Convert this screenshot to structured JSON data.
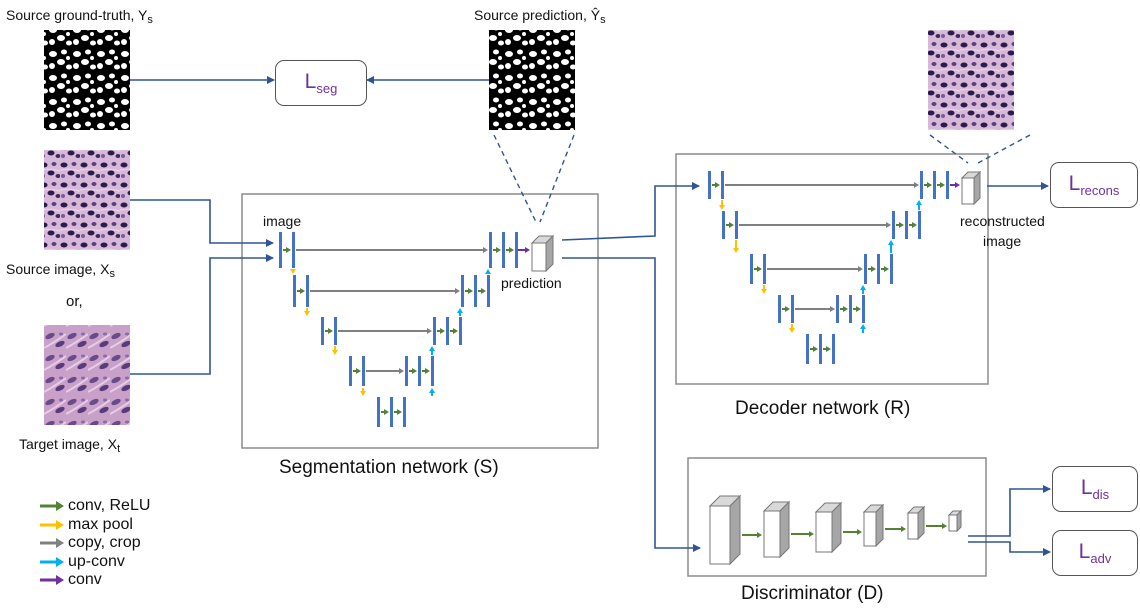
{
  "texts": {
    "src_gt_label": "Source ground-truth, ",
    "src_gt_sym": "Y",
    "src_gt_sub": "s",
    "src_pred_label": "Source prediction, ",
    "src_pred_sym": "Ŷ",
    "src_pred_sub": "s",
    "src_img_label": "Source image, X",
    "src_img_sub": "s",
    "or_label": "or,",
    "tgt_img_label": "Target image, X",
    "tgt_img_sub": "t",
    "image_label": "image",
    "prediction_label": "prediction",
    "reconstructed_label1": "reconstructed",
    "reconstructed_label2": "image",
    "seg_net_title": "Segmentation network (S)",
    "dec_net_title": "Decoder network (R)",
    "disc_title": "Discriminator (D)"
  },
  "losses": {
    "seg_main": "L",
    "seg_sub": "seg",
    "recons_main": "L",
    "recons_sub": "recons",
    "dis_main": "L",
    "dis_sub": "dis",
    "adv_main": "L",
    "adv_sub": "adv"
  },
  "legend": [
    {
      "label": "conv, ReLU",
      "color": "#548235"
    },
    {
      "label": "max pool",
      "color": "#ffc000"
    },
    {
      "label": "copy, crop",
      "color": "#808080"
    },
    {
      "label": "up-conv",
      "color": "#00b0f0"
    },
    {
      "label": "conv",
      "color": "#7030a0"
    }
  ],
  "colors": {
    "layer_blue": "#4472c4",
    "conv_relu": "#548235",
    "max_pool": "#ffc000",
    "copy_crop": "#808080",
    "up_conv": "#00b0f0",
    "conv": "#7030a0",
    "connector": "#2f5597",
    "loss_text": "#7030a0"
  }
}
